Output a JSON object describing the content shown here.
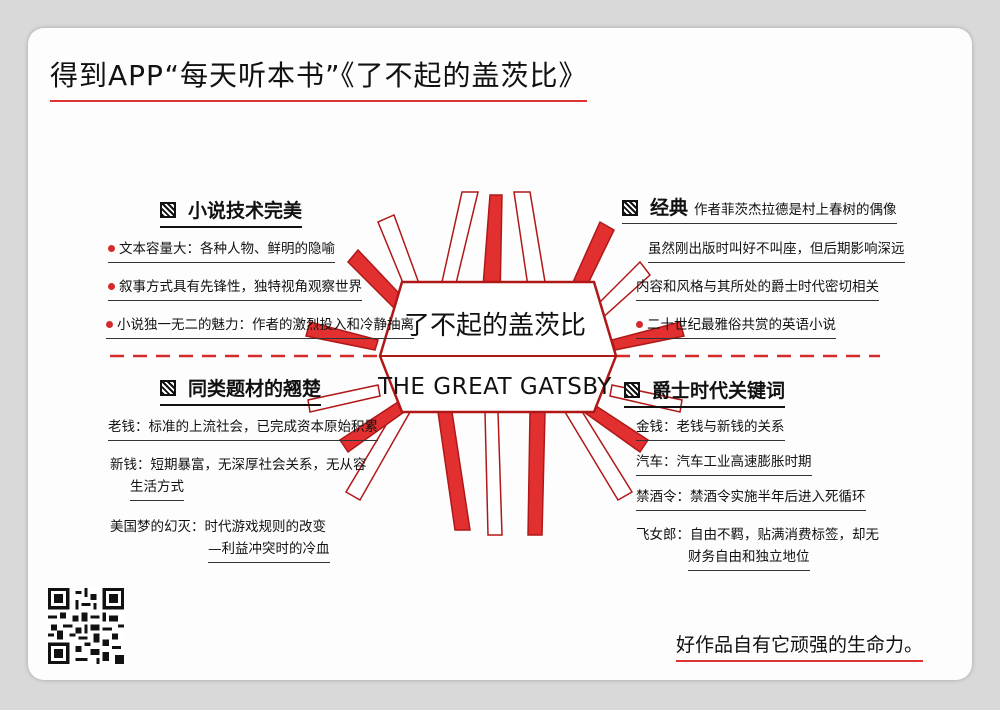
{
  "header": {
    "title": "得到APP“每天听本书”《了不起的盖茨比》"
  },
  "center": {
    "title_cn": "了不起的盖茨比",
    "title_en": "THE GREAT GATSBY"
  },
  "sections": {
    "top_left": {
      "title": "小说技术完美",
      "items": [
        "文本容量大：各种人物、鲜明的隐喻",
        "叙事方式具有先锋性，独特视角观察世界",
        "小说独一无二的魅力：作者的激烈投入和冷静抽离"
      ]
    },
    "top_right": {
      "title": "经典",
      "items": [
        "作者菲茨杰拉德是村上春树的偶像",
        "虽然刚出版时叫好不叫座，但后期影响深远",
        "内容和风格与其所处的爵士时代密切相关",
        "二十世纪最雅俗共赏的英语小说"
      ]
    },
    "bottom_left": {
      "title": "同类题材的翘楚",
      "items": [
        "老钱：标准的上流社会，已完成资本原始积累",
        "新钱：短期暴富，无深厚社会关系，无从容",
        "生活方式",
        "美国梦的幻灭：时代游戏规则的改变",
        "—利益冲突时的冷血"
      ]
    },
    "bottom_right": {
      "title": "爵士时代关键词",
      "items": [
        "金钱：老钱与新钱的关系",
        "汽车：汽车工业高速膨胀时期",
        "禁酒令：禁酒令实施半年后进入死循环",
        "飞女郎：自由不羁，贴满消费标签，却无",
        "财务自由和独立地位"
      ]
    }
  },
  "footer": {
    "quote": "好作品自有它顽强的生命力。"
  },
  "colors": {
    "accent": "#d52a2a",
    "ink": "#111111",
    "paper": "#fdfdfd"
  },
  "icons": {
    "section_marker": "hatched-square-icon",
    "qr": "qr-code-icon"
  }
}
